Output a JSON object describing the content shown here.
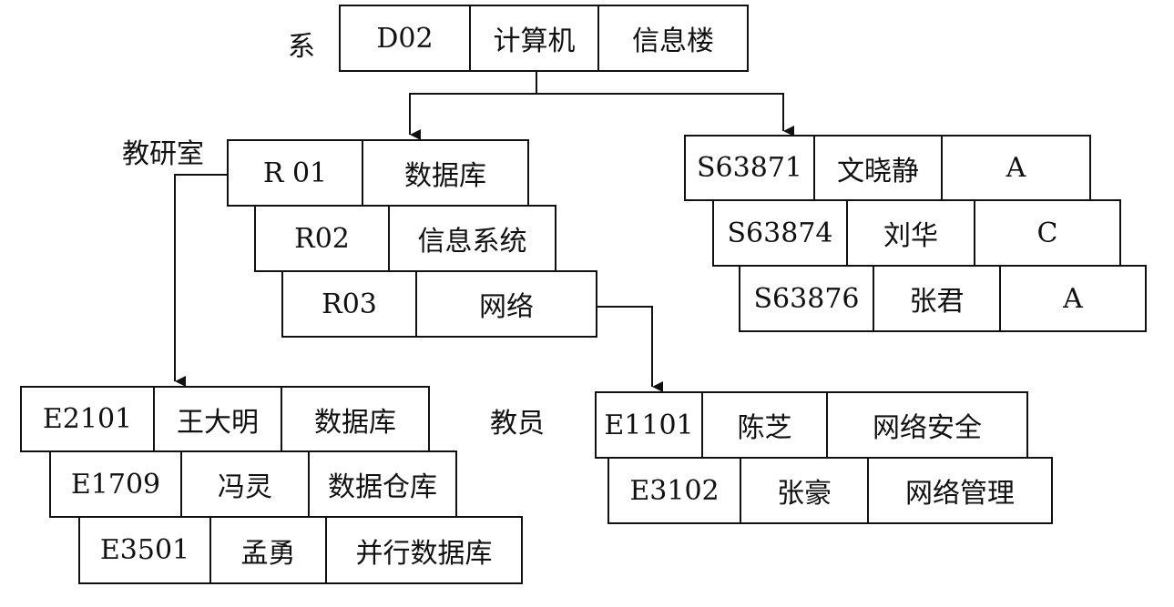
{
  "labels": {
    "dept": "系",
    "office": "教研室",
    "teacher": "教员"
  },
  "department": [
    "D02",
    "计算机",
    "信息楼"
  ],
  "offices": [
    [
      "R 01",
      "数据库"
    ],
    [
      "R02",
      "信息系统"
    ],
    [
      "R03",
      "网络"
    ]
  ],
  "students": [
    [
      "S63871",
      "文晓静",
      "A"
    ],
    [
      "S63874",
      "刘华",
      "C"
    ],
    [
      "S63876",
      "张君",
      "A"
    ]
  ],
  "db_teachers": [
    [
      "E2101",
      "王大明",
      "数据库"
    ],
    [
      "E1709",
      "冯灵",
      "数据仓库"
    ],
    [
      "E3501",
      "孟勇",
      "并行数据库"
    ]
  ],
  "net_teachers": [
    [
      "E1101",
      "陈芝",
      "网络安全"
    ],
    [
      "E3102",
      "张豪",
      "网络管理"
    ]
  ]
}
